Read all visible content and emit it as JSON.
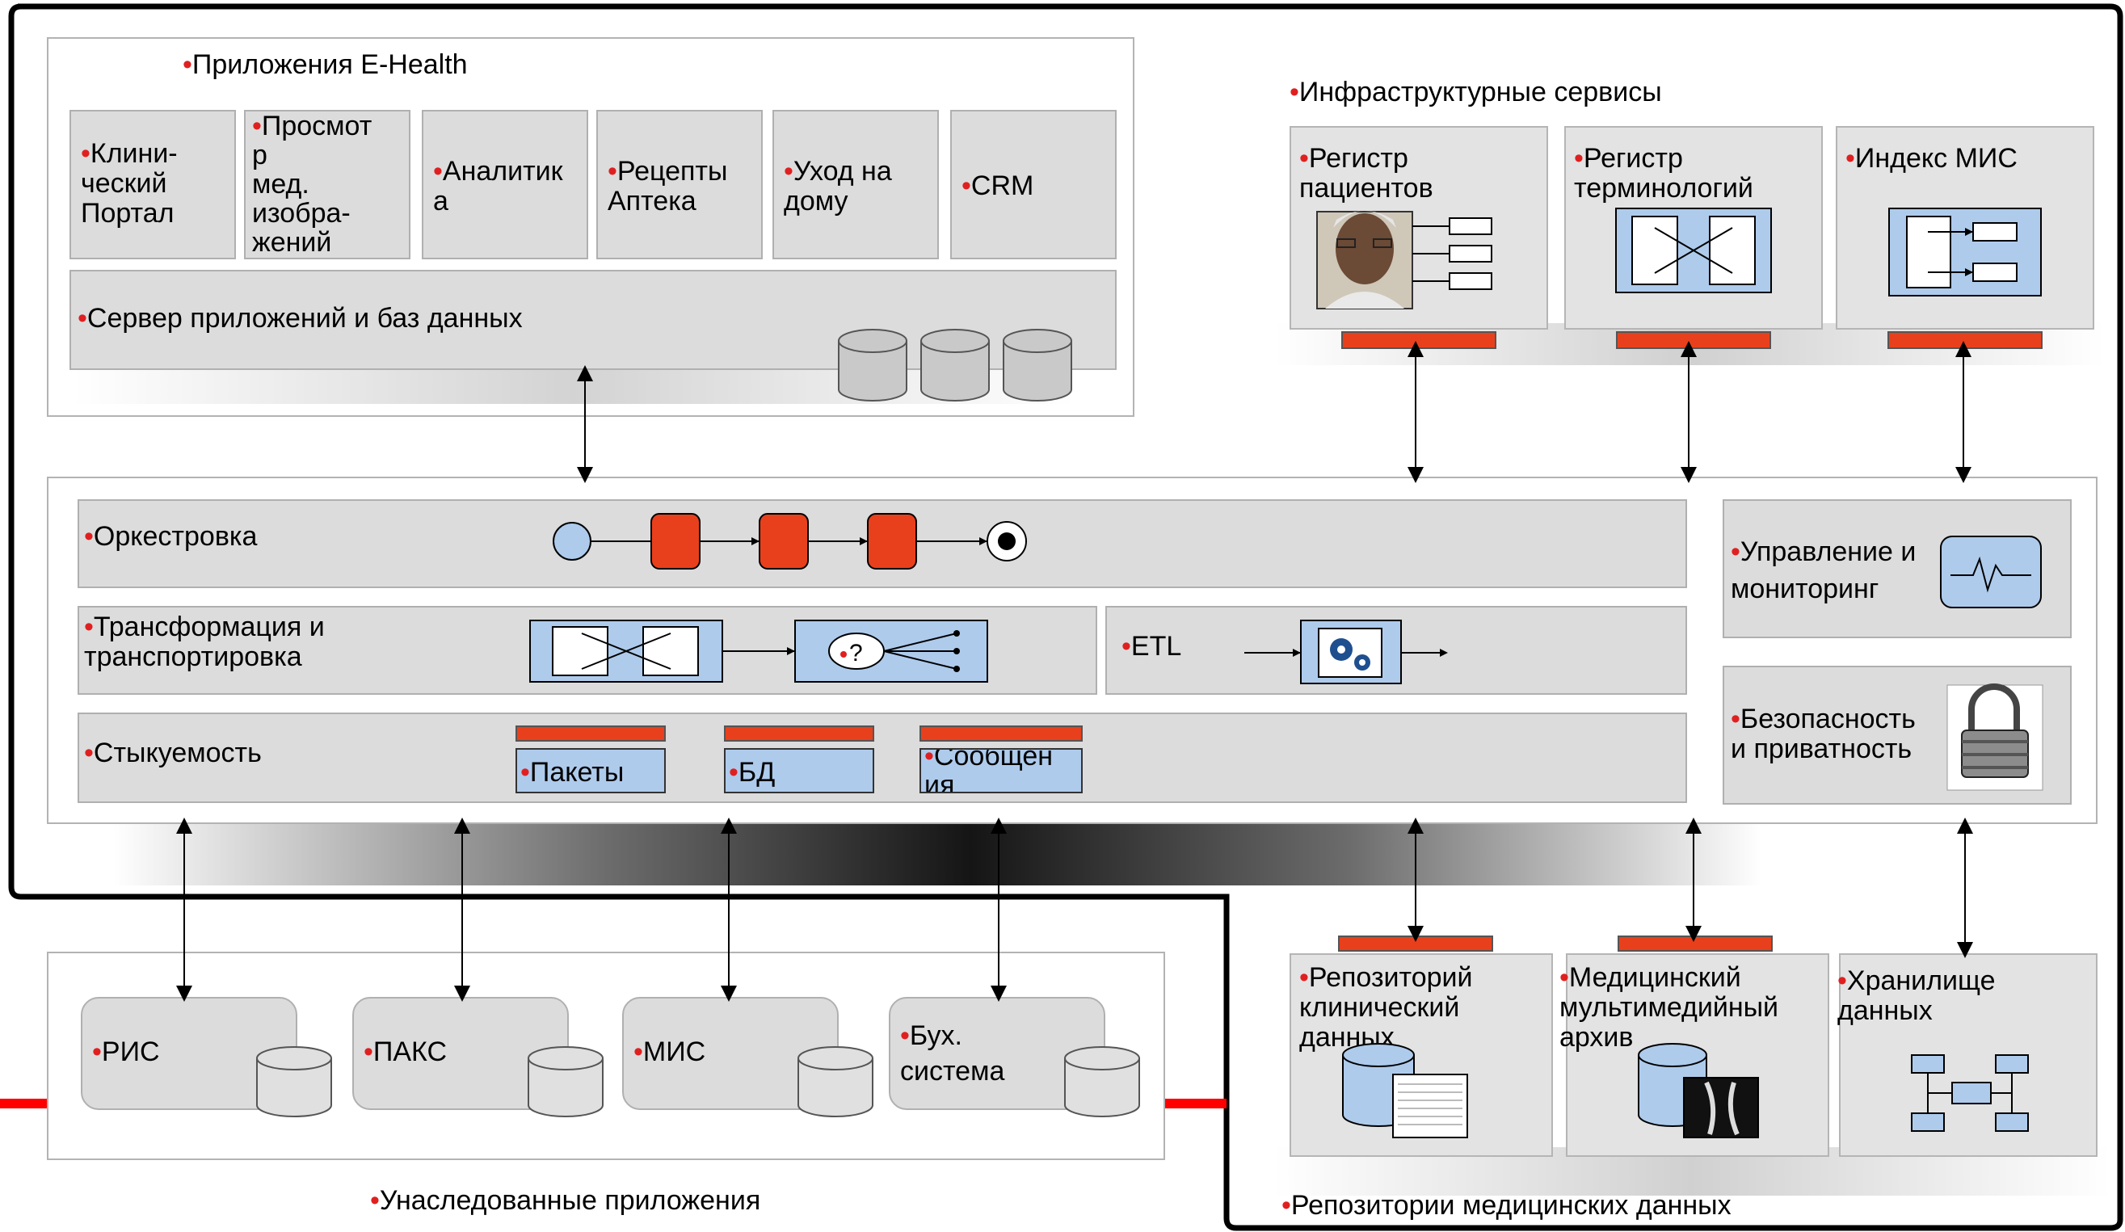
{
  "colors": {
    "accent_red": "#e02020",
    "orange": "#e8401c",
    "blue": "#aecbec",
    "gray": "#dcdcdc"
  },
  "ehealth": {
    "title": "Приложения E-Health",
    "apps": [
      "Клини-\nческий\nПортал",
      "Просмот\nр\nмед.\nизобра-\nжений",
      "Аналитик\nа",
      "Рецепты\nАптека",
      "Уход на\nдому",
      "CRM"
    ],
    "server": "Сервер приложений и баз данных"
  },
  "infra": {
    "title": "Инфраструктурные сервисы",
    "services": [
      "Регистр\nпациентов",
      "Регистр\nтерминологий",
      "Индекс МИС"
    ]
  },
  "bus": {
    "orchestration": "Оркестровка",
    "transformation": "Трансформация и\nтранспортировка",
    "etl": "ETL",
    "interop": "Стыкуемость",
    "interop_items": [
      "Пакеты",
      "БД",
      "Сообщен\nия"
    ],
    "management": "Управление и\nмониторинг",
    "security": "Безопасность\nи приватность"
  },
  "legacy": {
    "title": "Унаследованные приложения",
    "systems": [
      "РИС",
      "ПАКС",
      "МИС",
      "Бух.\nсистема"
    ]
  },
  "repos": {
    "title": "Репозитории медицинских данных",
    "items": [
      "Репозиторий\nклинический\nданных",
      "Медицинский\nмультимедийный\nархив",
      "Хранилище\nданных"
    ]
  },
  "icons": [
    "database-icon",
    "patient-photo",
    "register-icon",
    "xbox-icon",
    "index-icon",
    "decision-icon",
    "gear-icon",
    "monitor-icon",
    "padlock-icon",
    "xray-icon",
    "warehouse-icon"
  ]
}
